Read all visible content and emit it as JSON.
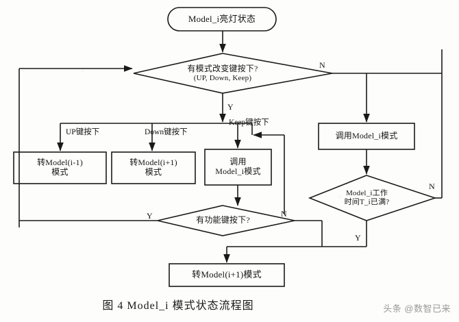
{
  "figure": {
    "caption": "图 4    Model_i 模式状态流程图",
    "watermark": "头条 @数智已来"
  },
  "nodes": {
    "start": {
      "name": "start-terminal",
      "shape": "rounded-terminal",
      "lines": [
        "Model_i亮灯状态"
      ]
    },
    "decision_mode_key": {
      "name": "decision-mode-change-key",
      "shape": "diamond",
      "lines": [
        "有模式改变键按下?",
        "(UP, Down, Keep)"
      ]
    },
    "box_mode_down": {
      "name": "process-go-model-i-minus-1",
      "shape": "rect",
      "lines": [
        "转Model(i-1)",
        "模式"
      ]
    },
    "box_mode_up": {
      "name": "process-go-model-i-plus-1",
      "shape": "rect",
      "lines": [
        "转Model(i+1)",
        "模式"
      ]
    },
    "box_call_mode": {
      "name": "process-call-model-i-mode",
      "shape": "rect",
      "lines": [
        "调用",
        "Model_i模式"
      ]
    },
    "box_call_mode_right": {
      "name": "process-call-model-i-mode-right",
      "shape": "rect",
      "lines": [
        "调用Model_i模式"
      ]
    },
    "decision_time_full": {
      "name": "decision-model-i-time-full",
      "shape": "diamond",
      "lines": [
        "Model_i工作",
        "时间T_i已满?"
      ]
    },
    "decision_func_key": {
      "name": "decision-function-key-pressed",
      "shape": "diamond",
      "lines": [
        "有功能键按下?"
      ]
    },
    "box_next_mode": {
      "name": "process-go-model-i-plus-1-bottom",
      "shape": "rect",
      "lines": [
        "转Model(i+1)模式"
      ]
    }
  },
  "edge_labels": {
    "up_key": "UP键按下",
    "down_key": "Down键按下",
    "keep_key": "Keep键按下",
    "mode_yes": "Y",
    "mode_no": "N",
    "func_yes": "Y",
    "func_no": "N",
    "time_yes": "Y",
    "time_no": "N"
  },
  "colors": {
    "stroke": "#1a1a1a",
    "text": "#141414",
    "background": "#fdfdfb",
    "watermark": "#9a9a9a"
  }
}
